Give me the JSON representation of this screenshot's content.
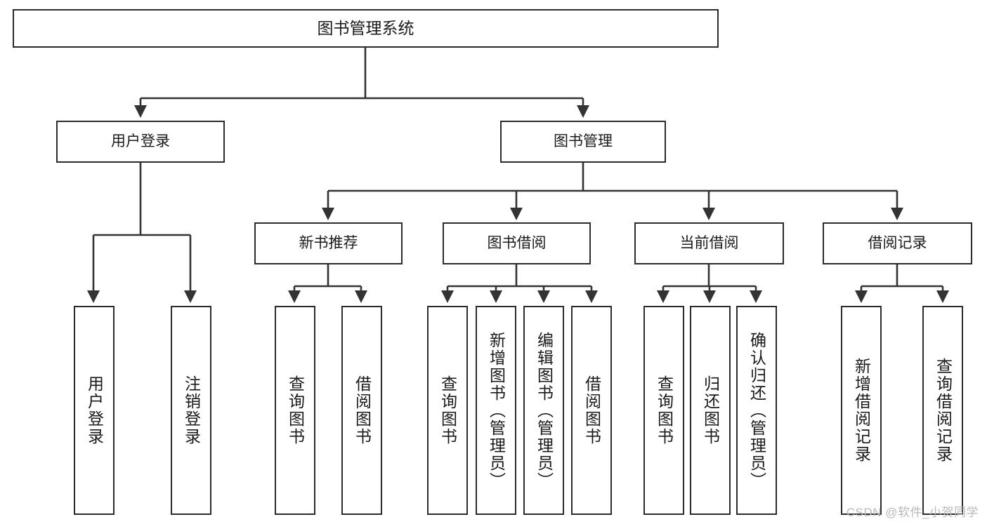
{
  "diagram": {
    "title": "图书管理系统",
    "watermark": "CSDN @软件_小贺同学",
    "colors": {
      "box_border": "#2b2b2b",
      "box_fill": "#ffffff",
      "edge": "#333333",
      "text": "#1a1a1a",
      "watermark": "#b9b9b9"
    },
    "root": {
      "label": "图书管理系统"
    },
    "level2": [
      {
        "label": "用户登录"
      },
      {
        "label": "图书管理"
      }
    ],
    "level3": [
      {
        "label": "新书推荐"
      },
      {
        "label": "图书借阅"
      },
      {
        "label": "当前借阅"
      },
      {
        "label": "借阅记录"
      }
    ],
    "leaves": {
      "user_login": [
        {
          "label": "用户登录"
        },
        {
          "label": "注销登录"
        }
      ],
      "new_book": [
        {
          "label": "查询图书"
        },
        {
          "label": "借阅图书"
        }
      ],
      "book_borrow": [
        {
          "label": "查询图书"
        },
        {
          "label": "新增图书（管理员）"
        },
        {
          "label": "编辑图书（管理员）"
        },
        {
          "label": "借阅图书"
        }
      ],
      "current_borrow": [
        {
          "label": "查询图书"
        },
        {
          "label": "归还图书"
        },
        {
          "label": "确认归还（管理员）"
        }
      ],
      "borrow_record": [
        {
          "label": "新增借阅记录"
        },
        {
          "label": "查询借阅记录"
        }
      ]
    }
  }
}
